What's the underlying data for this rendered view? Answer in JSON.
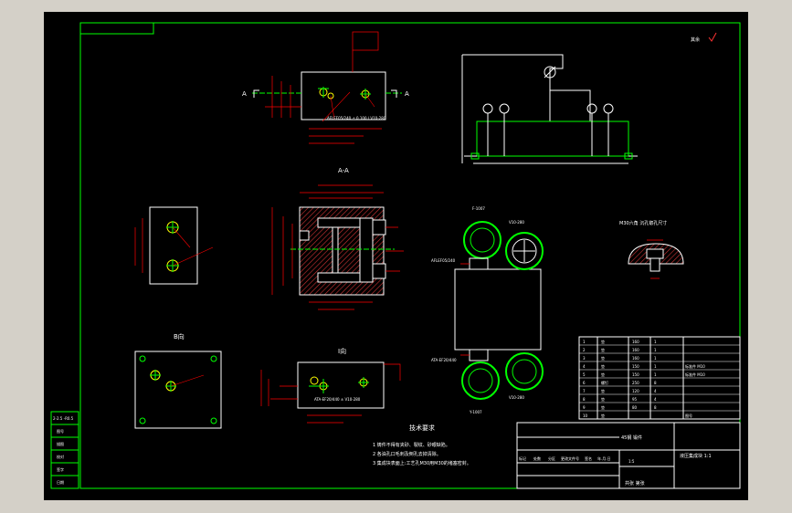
{
  "drawing": {
    "surface_note": "其余",
    "section_labels": {
      "side_a_left": "A",
      "side_a_right": "A",
      "aa": "A-A",
      "b_view": "B向",
      "i_view": "I向"
    },
    "bolt_note": "M30六角 沉孔锪孔尺寸",
    "feature_labels": {
      "f1": "F-1007",
      "f2": "V10-280",
      "f3": "AFLEF05/240",
      "f4": "ATA-EF20/440",
      "f5": "V10-280",
      "f6": "Y-1007",
      "f7": "AFLEF05/240 ± 0.100 / V10-280",
      "f8": "ATA-EF20/440 ± V10-280"
    },
    "tech_title": "技术要求",
    "tech_notes": [
      "1  铸件不得有夹砂、裂纹、砂眼缺陷。",
      "2  各油孔口毛刺及倒孔去掉清除。",
      "3  集成块表面上:工艺孔M30用M30的堵塞密封。"
    ],
    "left_strip": [
      "2-2.5 -R0.5",
      "图号",
      "描图",
      "校对",
      "签字",
      "日期"
    ],
    "title_block": {
      "material": "45钢  锻件",
      "name": "液压集成块 1:1",
      "company": "共张  第张",
      "scale": "1:5",
      "rows": [
        "标记",
        "处数",
        "分区",
        "更改文件号",
        "签名",
        "年.月.日"
      ]
    },
    "parts_table": {
      "rows": [
        [
          "1",
          "垫",
          "160",
          "1",
          ""
        ],
        [
          "2",
          "垫",
          "160",
          "1",
          ""
        ],
        [
          "3",
          "垫",
          "160",
          "1",
          ""
        ],
        [
          "4",
          "垫",
          "150",
          "1",
          "标准件 M10"
        ],
        [
          "5",
          "垫",
          "150",
          "1",
          "标准件 M10"
        ],
        [
          "6",
          "螺钉",
          "250",
          "8",
          ""
        ],
        [
          "7",
          "垫",
          "120",
          "4",
          ""
        ],
        [
          "8",
          "垫",
          "95",
          "4",
          ""
        ],
        [
          "9",
          "垫",
          "80",
          "8",
          ""
        ],
        [
          "10",
          "垫",
          "",
          "",
          "图号"
        ]
      ]
    }
  },
  "colors": {
    "background": "#000000",
    "frame": "#00ff00",
    "outline": "#ffffff",
    "dimension": "#ff0000",
    "hatch": "#cc3333",
    "part": "#00ff00",
    "text": "#ffffff"
  }
}
